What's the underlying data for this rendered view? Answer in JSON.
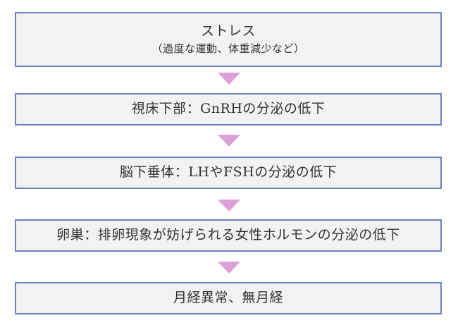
{
  "flow": {
    "steps": [
      {
        "label": "ストレス",
        "sublabel": "（過度な運動、体重減少など）"
      },
      {
        "label": "視床下部：GnRHの分泌の低下"
      },
      {
        "label": "脳下垂体：LHやFSHの分泌の低下"
      },
      {
        "label": "卵巣：排卵現象が妨げられる女性ホルモンの分泌の低下"
      },
      {
        "label": "月経異常、無月経"
      }
    ]
  },
  "colors": {
    "box_border": "#6f7fc4",
    "box_fill": "#f2f2f2",
    "arrow": "#dda0d8",
    "text": "#333333"
  }
}
